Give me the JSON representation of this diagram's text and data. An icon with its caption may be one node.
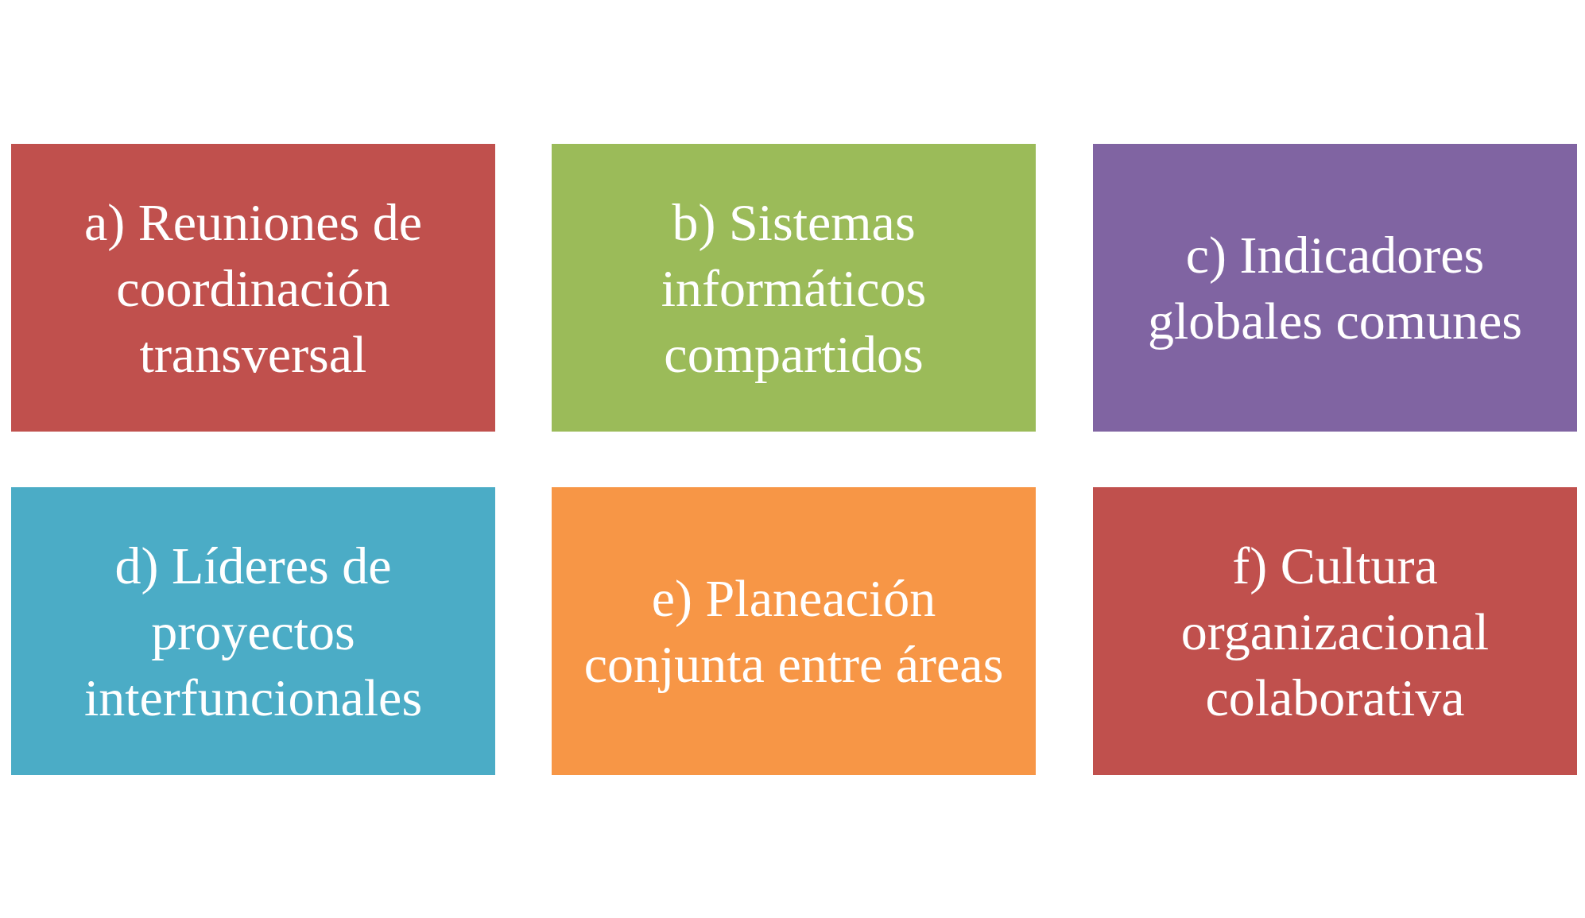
{
  "diagram": {
    "nodes": [
      {
        "text": [
          "a) Reuniones de coordinación transversal"
        ]
      },
      {
        "text": [
          "b) Sistemas informáticos compartidos"
        ]
      },
      {
        "text": [
          "c) Indicadores globales comunes"
        ]
      },
      {
        "text": [
          "d) Líderes de proyectos interfuncionales"
        ]
      },
      {
        "text": [
          "e) Planeación conjunta entre áreas"
        ]
      },
      {
        "text": [
          "f) Cultura organizacional colaborativa"
        ]
      }
    ]
  }
}
